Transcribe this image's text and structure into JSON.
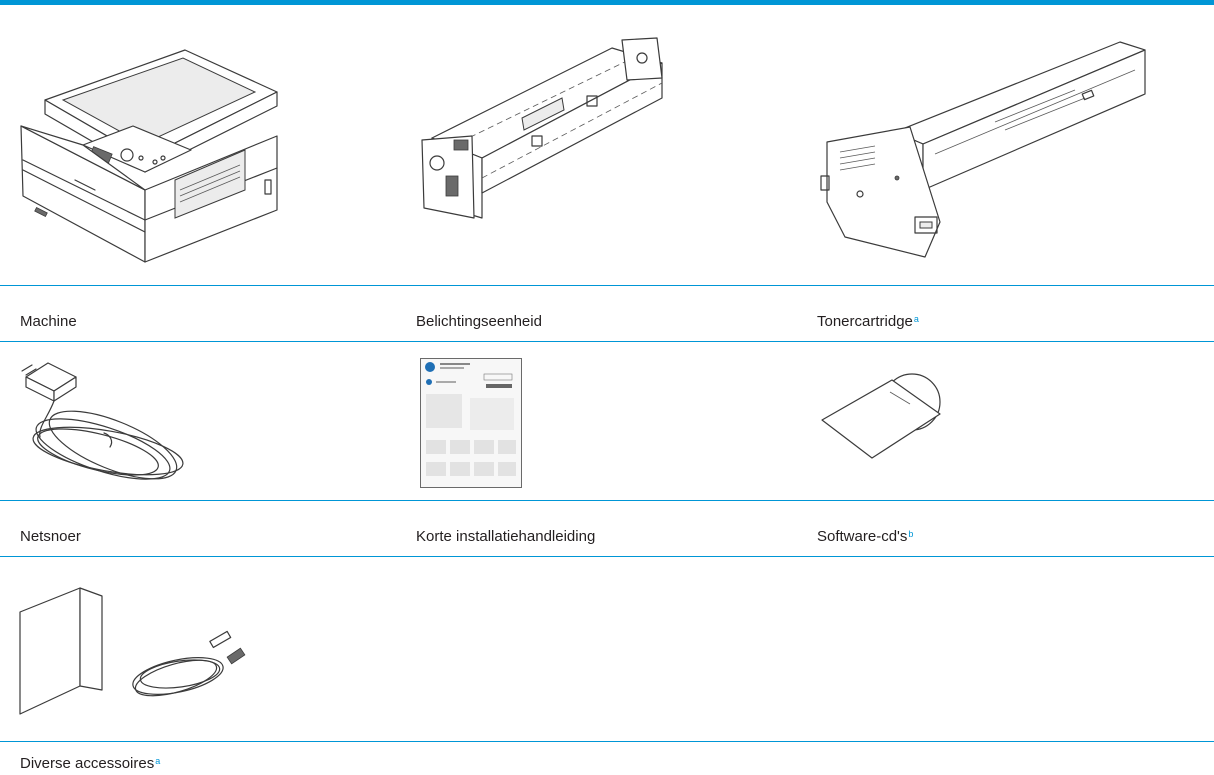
{
  "colors": {
    "accent": "#0096d6",
    "text": "#231f20"
  },
  "rows": [
    {
      "items": [
        {
          "label": "Machine",
          "note": "",
          "icon": "printer-machine-image"
        },
        {
          "label": "Belichtingseenheid",
          "note": "",
          "icon": "imaging-unit-image"
        },
        {
          "label": "Tonercartridge",
          "note": "a",
          "icon": "toner-cartridge-image"
        }
      ]
    },
    {
      "items": [
        {
          "label": "Netsnoer",
          "note": "",
          "icon": "power-cord-image"
        },
        {
          "label": "Korte installatiehandleiding",
          "note": "",
          "icon": "installation-guide-image"
        },
        {
          "label": "Software-cd's",
          "note": "b",
          "icon": "software-cd-image"
        }
      ]
    },
    {
      "items": [
        {
          "label": "Diverse accessoires",
          "note": "a",
          "icon": "accessories-image"
        }
      ]
    }
  ]
}
